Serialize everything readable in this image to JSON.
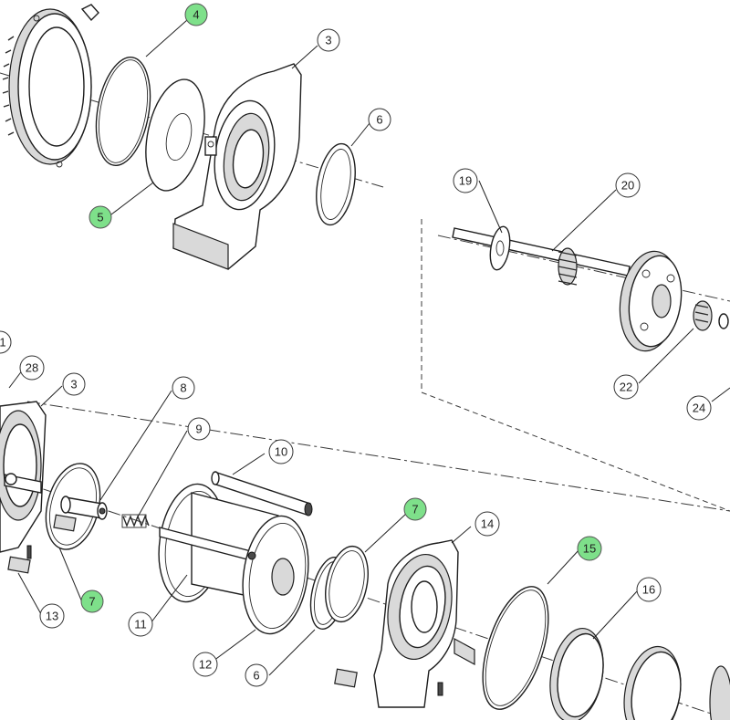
{
  "callouts": [
    {
      "id": "c4",
      "label": "4",
      "highlight": true
    },
    {
      "id": "c3a",
      "label": "3",
      "highlight": false
    },
    {
      "id": "c6a",
      "label": "6",
      "highlight": false
    },
    {
      "id": "c5",
      "label": "5",
      "highlight": true
    },
    {
      "id": "c19",
      "label": "19",
      "highlight": false
    },
    {
      "id": "c20",
      "label": "20",
      "highlight": false
    },
    {
      "id": "c22",
      "label": "22",
      "highlight": false
    },
    {
      "id": "c24",
      "label": "24",
      "highlight": false
    },
    {
      "id": "c1",
      "label": "1",
      "highlight": false
    },
    {
      "id": "c28",
      "label": "28",
      "highlight": false
    },
    {
      "id": "c3b",
      "label": "3",
      "highlight": false
    },
    {
      "id": "c8",
      "label": "8",
      "highlight": false
    },
    {
      "id": "c9",
      "label": "9",
      "highlight": false
    },
    {
      "id": "c10",
      "label": "10",
      "highlight": false
    },
    {
      "id": "c7a",
      "label": "7",
      "highlight": true
    },
    {
      "id": "c14",
      "label": "14",
      "highlight": false
    },
    {
      "id": "c15",
      "label": "15",
      "highlight": true
    },
    {
      "id": "c16",
      "label": "16",
      "highlight": false
    },
    {
      "id": "c7b",
      "label": "7",
      "highlight": true
    },
    {
      "id": "c13",
      "label": "13",
      "highlight": false
    },
    {
      "id": "c11",
      "label": "11",
      "highlight": false
    },
    {
      "id": "c12",
      "label": "12",
      "highlight": false
    },
    {
      "id": "c6b",
      "label": "6",
      "highlight": false
    }
  ],
  "colors": {
    "highlight": "#7ee08a",
    "line": "#2a2a2a",
    "background": "#ffffff"
  }
}
